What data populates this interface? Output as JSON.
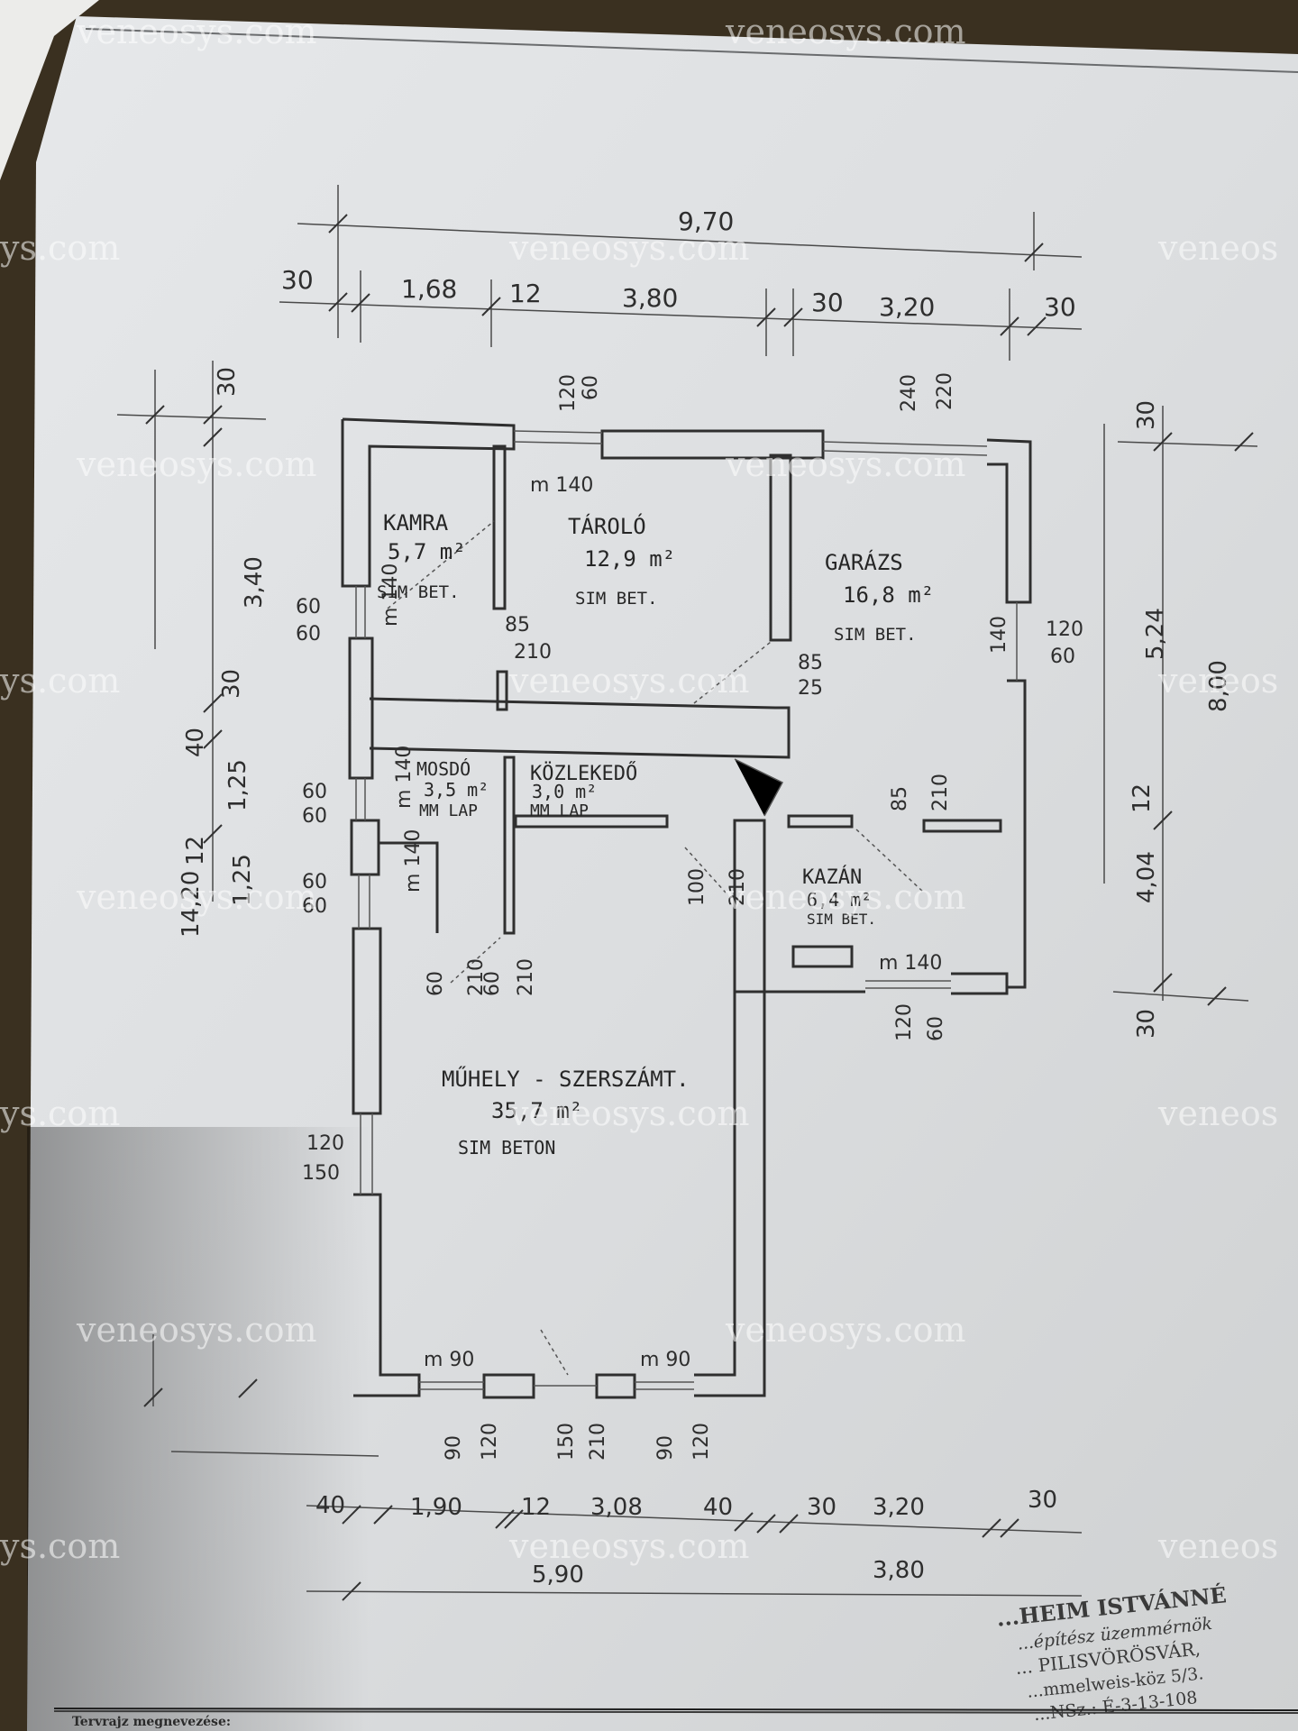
{
  "watermark": "veneosys.com",
  "watermark_partial_left": "ys.com",
  "watermark_partial_right": "veneos",
  "rooms": [
    {
      "name": "KAMRA",
      "area": "5,7 m²",
      "floor": "SIM BET."
    },
    {
      "name": "TÁROLÓ",
      "area": "12,9 m²",
      "floor": "SIM BET."
    },
    {
      "name": "GARÁZS",
      "area": "16,8 m²",
      "floor": "SIM BET."
    },
    {
      "name": "MOSDÓ",
      "area": "3,5 m²",
      "floor": "MM LAP"
    },
    {
      "name": "KÖZLEKEDŐ",
      "area": "3,0 m²",
      "floor": "MM LAP"
    },
    {
      "name": "KAZÁN",
      "area": "6,4 m²",
      "floor": "SIM BET."
    },
    {
      "name": "MŰHELY - SZERSZÁMT.",
      "area": "35,7 m²",
      "floor": "SIM BETON"
    }
  ],
  "dims_top": {
    "total": "9,70",
    "d1": "30",
    "d2": "1,68",
    "d3": "12",
    "d4": "3,80",
    "d5": "30",
    "d6": "3,20",
    "d7": "30"
  },
  "dims_bottom": {
    "b1": "40",
    "b2": "1,90",
    "b3": "12",
    "b4": "3,08",
    "b5": "40",
    "b6": "30",
    "b7": "3,20",
    "b8": "30",
    "total_left": "5,90",
    "total_right": "3,80"
  },
  "dims_left": {
    "l1": "30",
    "l2": "3,40",
    "l3": "30",
    "l4": "40",
    "l5": "1,25",
    "l6": "12",
    "l7": "1,25",
    "l8": "14,20"
  },
  "dims_right": {
    "r1": "30",
    "r2": "5,24",
    "r3": "8,00",
    "r4": "12",
    "r5": "4,04",
    "r6": "30"
  },
  "openings": {
    "window_top_1": "120",
    "window_top_1b": "60",
    "window_top_2": "240",
    "window_top_2b": "220",
    "door_tarolo": "m 140",
    "door_kamra": "85",
    "door_kamra_b": "210",
    "door_garazs": "85",
    "door_garazs_b": "25",
    "side_60a": "60",
    "side_60b": "60",
    "win_kamra": "m 140",
    "garazs_side": "140",
    "garazs_win": "120",
    "garazs_win_b": "60",
    "door_kazan": "85",
    "door_kazan_b": "210",
    "mosdo_win": "m 140",
    "mosdo_win_60a": "60",
    "mosdo_win_60b": "60",
    "win_140": "m 140",
    "win_60a": "60",
    "win_60b": "60",
    "kozl_door": "100",
    "kozl_door_b": "210",
    "kazan_win": "m 140",
    "kazan_win_b": "120",
    "kazan_win_c": "60",
    "door_60": "60",
    "door_210": "210",
    "door_60b": "60",
    "door_210b": "210",
    "left_win": "120",
    "left_win_b": "150",
    "front_win_1": "m 90",
    "front_win_2": "m 90",
    "front_90a": "90",
    "front_120a": "120",
    "front_gate_150": "150",
    "front_gate_210": "210",
    "front_90b": "90",
    "front_120b": "120"
  },
  "stamp": {
    "line1": "...HEIM ISTVÁNNÉ",
    "line2": "...építész üzemmérnök",
    "line3": "... PILISVÖRÖSVÁR,",
    "line4": "...mmelweis-köz 5/3.",
    "line5": "...NSz.: É-3-13-108"
  },
  "footer_label": "Tervrajz megnevezése:"
}
